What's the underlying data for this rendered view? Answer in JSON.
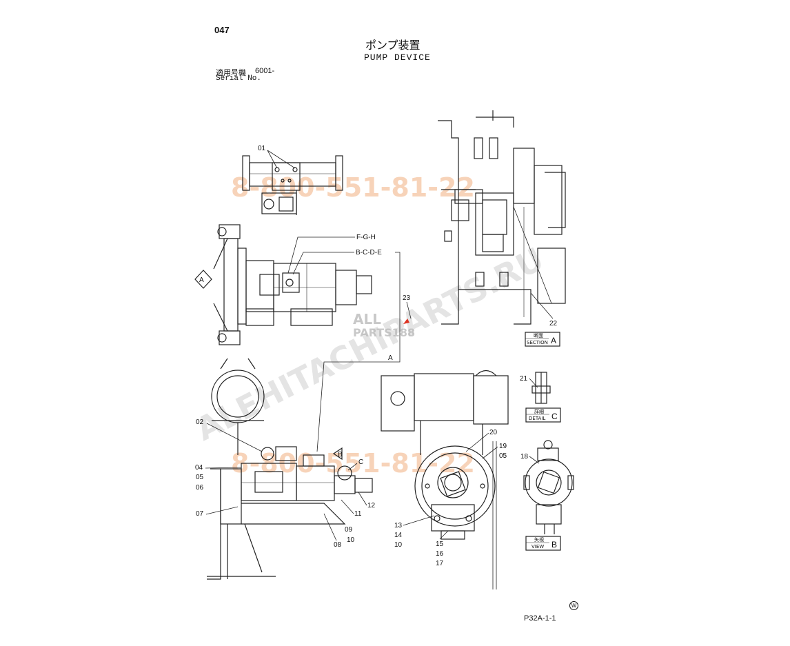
{
  "header": {
    "page_number": "047",
    "title_jp": "ポンプ装置",
    "title_en": "PUMP DEVICE",
    "serial_label_jp": "適用号機",
    "serial_value": "6001-",
    "serial_label_en": "Serial No."
  },
  "footer": {
    "drawing_code": "P32A-1-1",
    "mark": "W"
  },
  "watermarks": {
    "phone_top": "8-800-551-81-22",
    "phone_bottom": "8-800-551-81-22",
    "site": "ALEHITACHIPARTS.RU",
    "logo_top": "ALL",
    "logo_bottom": "PARTS188"
  },
  "labels": {
    "fgh": "F-G-H",
    "bcde": "B-C-D-E",
    "a_line": "A",
    "view_a_marker": "A",
    "view_b_marker": "B",
    "c_marker": "C"
  },
  "callouts": {
    "c01": "01",
    "c02": "02",
    "c04": "04",
    "c05a": "05",
    "c06": "06",
    "c07": "07",
    "c08": "08",
    "c09": "09",
    "c10a": "10",
    "c11": "11",
    "c12": "12",
    "c13": "13",
    "c14": "14",
    "c10b": "10",
    "c15": "15",
    "c16": "16",
    "c17": "17",
    "c18": "18",
    "c19": "19",
    "c20": "20",
    "c05b": "05",
    "c21": "21",
    "c22": "22",
    "c23": "23"
  },
  "section_boxes": {
    "section": {
      "jp": "断面",
      "en": "SECTION",
      "letter": "A"
    },
    "detail": {
      "jp": "詳細",
      "en": "DETAIL",
      "letter": "C"
    },
    "view": {
      "jp": "矢視",
      "en": "VIEW",
      "letter": "B"
    }
  }
}
